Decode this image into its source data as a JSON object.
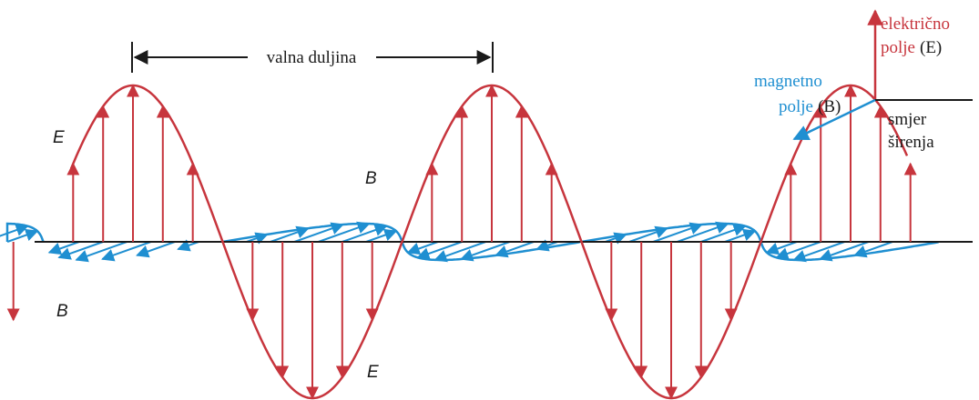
{
  "wavelength_label": "valna duljina",
  "labels": {
    "E_upper": "E",
    "E_lower": "E",
    "B_upper": "B",
    "B_lower": "B"
  },
  "legend": {
    "electric_line1": "električno",
    "electric_line2": "polje",
    "electric_symbol": "(E)",
    "magnetic_line1": "magnetno",
    "magnetic_line2": "polje",
    "magnetic_symbol": "(B)",
    "direction_line1": "smjer",
    "direction_line2": "širenja"
  },
  "colors": {
    "electric": "#c7353d",
    "magnetic": "#1f8fd1",
    "axis": "#1a1a1a",
    "text": "#1a1a1a"
  }
}
